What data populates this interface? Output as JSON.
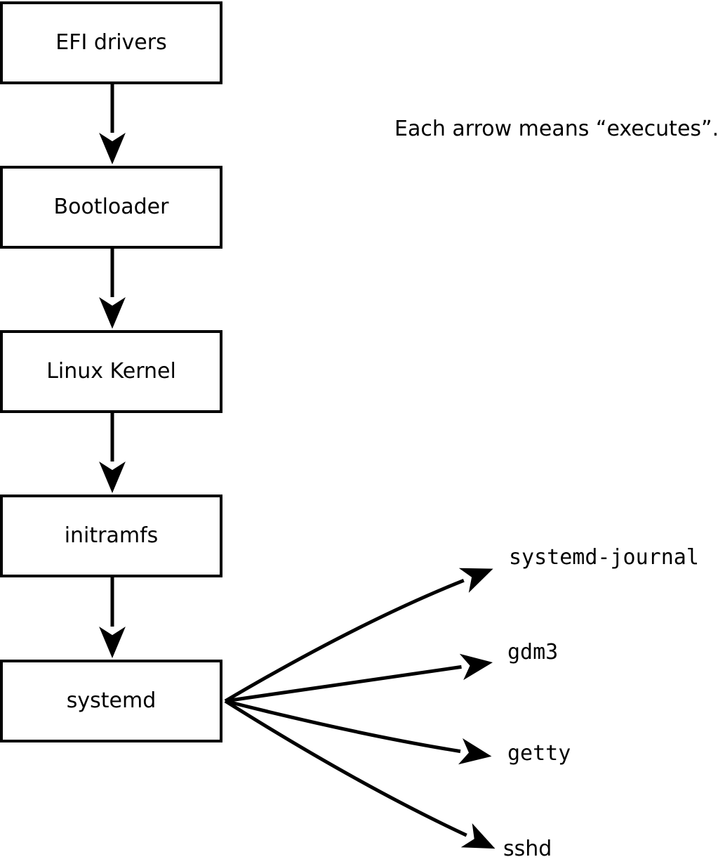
{
  "diagram": {
    "note": "Each arrow means “executes”.",
    "arrow_meaning": "executes",
    "boot_chain": [
      {
        "id": "efi-drivers",
        "label": "EFI drivers"
      },
      {
        "id": "bootloader",
        "label": "Bootloader"
      },
      {
        "id": "linux-kernel",
        "label": "Linux Kernel"
      },
      {
        "id": "initramfs",
        "label": "initramfs"
      },
      {
        "id": "systemd",
        "label": "systemd"
      }
    ],
    "spawned_processes": [
      {
        "id": "systemd-journal",
        "label": "systemd-journal"
      },
      {
        "id": "gdm3",
        "label": "gdm3"
      },
      {
        "id": "getty",
        "label": "getty"
      },
      {
        "id": "sshd",
        "label": "sshd"
      }
    ],
    "colors": {
      "line": "#000000",
      "text": "#000000",
      "box_fill": "#ffffff",
      "background": "#ffffff"
    }
  }
}
